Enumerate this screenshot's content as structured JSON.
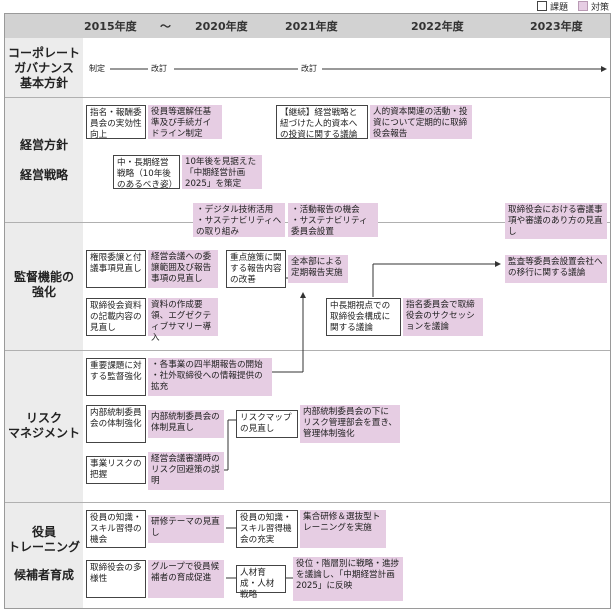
{
  "legend": {
    "issue": "課題",
    "measure": "対策"
  },
  "header": {
    "y2015": "2015年度",
    "tilde": "〜",
    "y2020": "2020年度",
    "y2021": "2021年度",
    "y2022": "2022年度",
    "y2023": "2023年度"
  },
  "rows": {
    "governance": "コーポレート\nガバナンス\n基本方針",
    "management": "経営方針\n\n経営戦略",
    "supervision": "監督機能の\n強化",
    "risk": "リスク\nマネジメント",
    "training": "役員\nトレーニング",
    "successor": "候補者育成"
  },
  "governance": {
    "enact": "制定",
    "revise1": "改訂",
    "revise2": "改訂"
  },
  "management": {
    "issue1": "指名・報酬委員会の実効性向上",
    "measure1": "役員等選解任基準及び手続ガイドライン制定",
    "issue2": "中・長期経営戦略（10年後のあるべき姿）",
    "measure2": "10年後を見据えた「中期経営計画2025」を策定",
    "issue3": "【継続】経営戦略と紐づけた人的資本への投資に関する議論",
    "measure3": "人的資本関連の活動・投資について定期的に取締役会報告"
  },
  "supervision": {
    "measure_dx": "・デジタル技術活用\n・サステナビリティへの取り組み",
    "measure_sus": "・活動報告の機会\n・サステナビリティ委員会設置",
    "measure_board": "取締役会における審議事項や審議のあり方の見直し",
    "issue1": "権限委譲と付議事項見直し",
    "measure1": "経営会議への委譲範囲及び報告事項の見直し",
    "issue_focus": "重点施策に関する報告内容の改善",
    "measure_all": "全本部による定期報告実施",
    "measure_audit": "監査等委員会設置会社への移行に関する議論",
    "issue2": "取締役会資料の記載内容の見直し",
    "measure2": "資料の作成要領、エグゼクティブサマリー導入",
    "issue_mid": "中長期視点での取締役会構成に関する議論",
    "measure_nom": "指名委員会で取締役会のサクセッションを議論"
  },
  "risk": {
    "issue1": "重要課題に対する監督強化",
    "measure1": "・各事業の四半期報告の開始\n・社外取締役への情報提供の拡充",
    "issue2": "内部統制委員会の体制強化",
    "measure2": "内部統制委員会の体制見直し",
    "issue_map": "リスクマップの見直し",
    "measure_map": "内部統制委員会の下にリスク管理部会を置き、管理体制強化",
    "issue3": "事業リスクの把握",
    "measure3": "経営会議審議時のリスク回避策の説明"
  },
  "training": {
    "issue1": "役員の知識・スキル習得の機会",
    "measure1": "研修テーマの見直し",
    "issue2": "役員の知識・スキル習得機会の充実",
    "measure2": "集合研修＆選抜型トレーニングを実施",
    "issue3": "取締役会の多様性",
    "measure3": "グループで役員候補者の育成促進",
    "issue4": "人材育成・人材戦略",
    "measure4": "役位・階層別に戦略・進捗を議論し、「中期経営計画2025」に反映"
  }
}
